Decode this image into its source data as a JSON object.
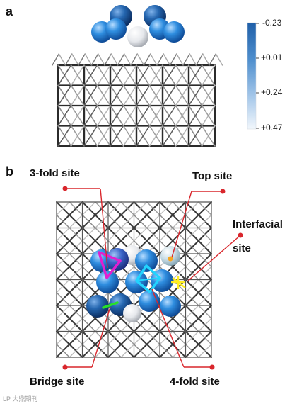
{
  "panel_a": {
    "letter": "a",
    "colorbar": {
      "ticks": [
        "-0.23",
        "+0.01",
        "+0.24",
        "+0.47"
      ],
      "color_top": "#1f5fa8",
      "color_bottom": "#eef4fb"
    }
  },
  "panel_b": {
    "letter": "b",
    "labels": {
      "three_fold": "3-fold site",
      "top": "Top site",
      "interfacial_line1": "Interfacial",
      "interfacial_line2": "site",
      "bridge": "Bridge site",
      "four_fold": "4-fold site"
    },
    "colors": {
      "callout_line": "#d9262c",
      "three_fold_marker": "#e020d0",
      "four_fold_marker": "#22d4ff",
      "bridge_marker": "#28e028",
      "interfacial_marker": "#ffee22",
      "top_marker": "#f5a623"
    }
  },
  "watermark": "LP 大鼎期刊"
}
